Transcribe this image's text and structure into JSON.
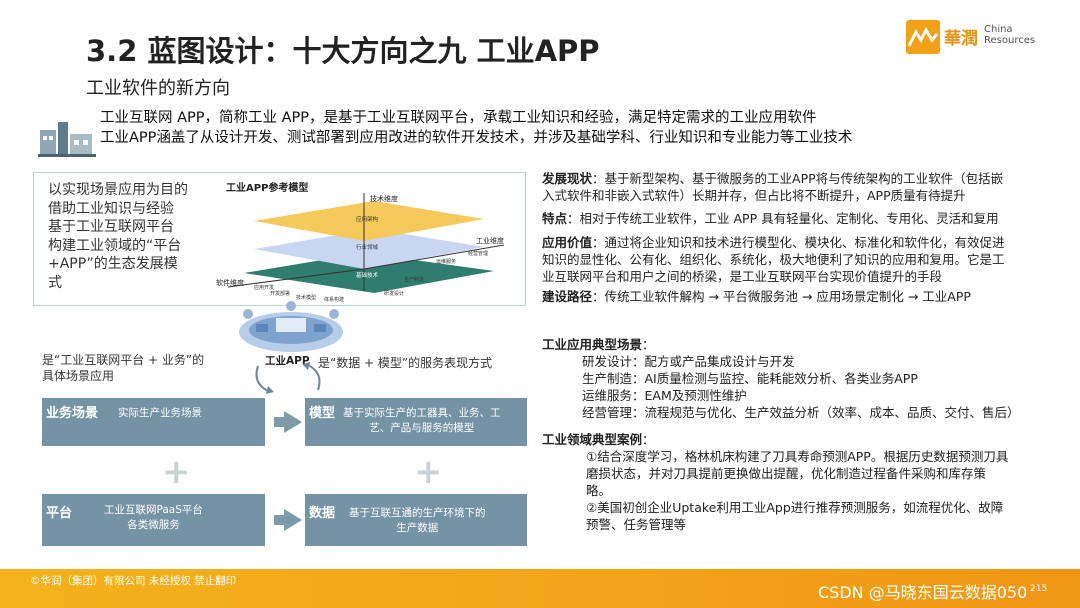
{
  "header": {
    "title": "3.2 蓝图设计：十大方向之九 工业APP",
    "subtitle": "工业软件的新方向"
  },
  "logo": {
    "cn": "華潤",
    "en_line1": "China",
    "en_line2": "Resources",
    "color": "#f3a019"
  },
  "intro": {
    "lines": [
      "工业互联网 APP，简称工业 APP，是基于工业互联网平台，承载工业知识和经验，满足特定需求的工业应用软件",
      "工业APP涵盖了从设计开发、测试部署到应用改进的软件开发技术，并涉及基础学科、行业知识和专业能力等工业技术"
    ]
  },
  "left_box": {
    "lines": [
      "以实现场景应用为目的",
      "借助工业知识与经验",
      "基于工业互联网平台",
      "构建工业领域的“平台",
      "+APP”的生态发展模",
      "式"
    ],
    "model_title": "工业APP参考模型",
    "model_labels": {
      "tech": "技术维度",
      "top_layer": "应用架构",
      "mid_layer": "行业领域",
      "bottom_layer": "基础技术",
      "industry": "工业维度",
      "software": "软件维度",
      "i1": "经营管理",
      "i2": "运维服务",
      "i3": "生产制造",
      "i4": "研发设计",
      "s1": "应用开发",
      "s2": "开发部署",
      "s3": "技术模型",
      "s4": "体系构建"
    }
  },
  "hub": {
    "label": "工业APP"
  },
  "left_desc": {
    "line1": "是“工业互联网平台 + 业务”的",
    "line2": "具体场景应用"
  },
  "right_desc": "是“数据 + 模型”的服务表现方式",
  "blocks": {
    "b1": {
      "title": "业务场景",
      "text": "实际生产业务场景"
    },
    "b2": {
      "title": "模型",
      "line1": "基于实际生产的工器具、业务、工",
      "line2": "艺、产品与服务的模型"
    },
    "b3": {
      "title": "平台",
      "line1": "工业互联网PaaS平台",
      "line2": "各类微服务"
    },
    "b4": {
      "title": "数据",
      "line1": "基于互联互通的生产环境下的",
      "line2": "生产数据"
    },
    "plus": "+"
  },
  "right": {
    "status_label": "发展现状",
    "status_line1": "：基于新型架构、基于微服务的工业APP将与传统架构的工业软件（包括嵌",
    "status_line2": "入式软件和非嵌入式软件）长期并存，但占比将不断提升，APP质量有待提升",
    "feature_label": "特点",
    "feature_text": "：相对于传统工业软件，工业 APP 具有轻量化、定制化、专用化、灵活和复用",
    "value_label": "应用价值",
    "value_line1": "：通过将企业知识和技术进行模型化、模块化、标准化和软件化，有效促进",
    "value_line2": "知识的显性化、公有化、组织化、系统化，极大地便利了知识的应用和复用。它是工",
    "value_line3": "业互联网平台和用户之间的桥梁，是工业互联网平台实现价值提升的手段",
    "path_label": "建设路径",
    "path_text": "：传统工业软件解构 → 平台微服务池 → 应用场景定制化 → 工业APP",
    "scenes_title": "工业应用典型场景",
    "scenes_colon": "：",
    "scenes": [
      "研发设计：配方或产品集成设计与开发",
      "生产制造：AI质量检测与监控、能耗能效分析、各类业务APP",
      "运维服务：EAM及预测性维护",
      "经营管理：流程规范与优化、生产效益分析（效率、成本、品质、交付、售后）"
    ],
    "cases_title": "工业领域典型案例",
    "cases_colon": "：",
    "case1_line1": "①结合深度学习，格林机床构建了刀具寿命预测APP。根据历史数据预测刀具",
    "case1_line2": "磨损状态，并对刀具提前更换做出提醒，优化制造过程备件采购和库存策",
    "case1_line3": "略。",
    "case2_line1": "②美国初创企业Uptake利用工业App进行推荐预测服务，如流程优化、故障",
    "case2_line2": "预警、任务管理等"
  },
  "footer": {
    "copyright": "©华润（集团）有限公司  未经授权 禁止翻印",
    "watermark": "CSDN @马晓东国云数据050",
    "page": "215",
    "color": "#f3a019"
  }
}
